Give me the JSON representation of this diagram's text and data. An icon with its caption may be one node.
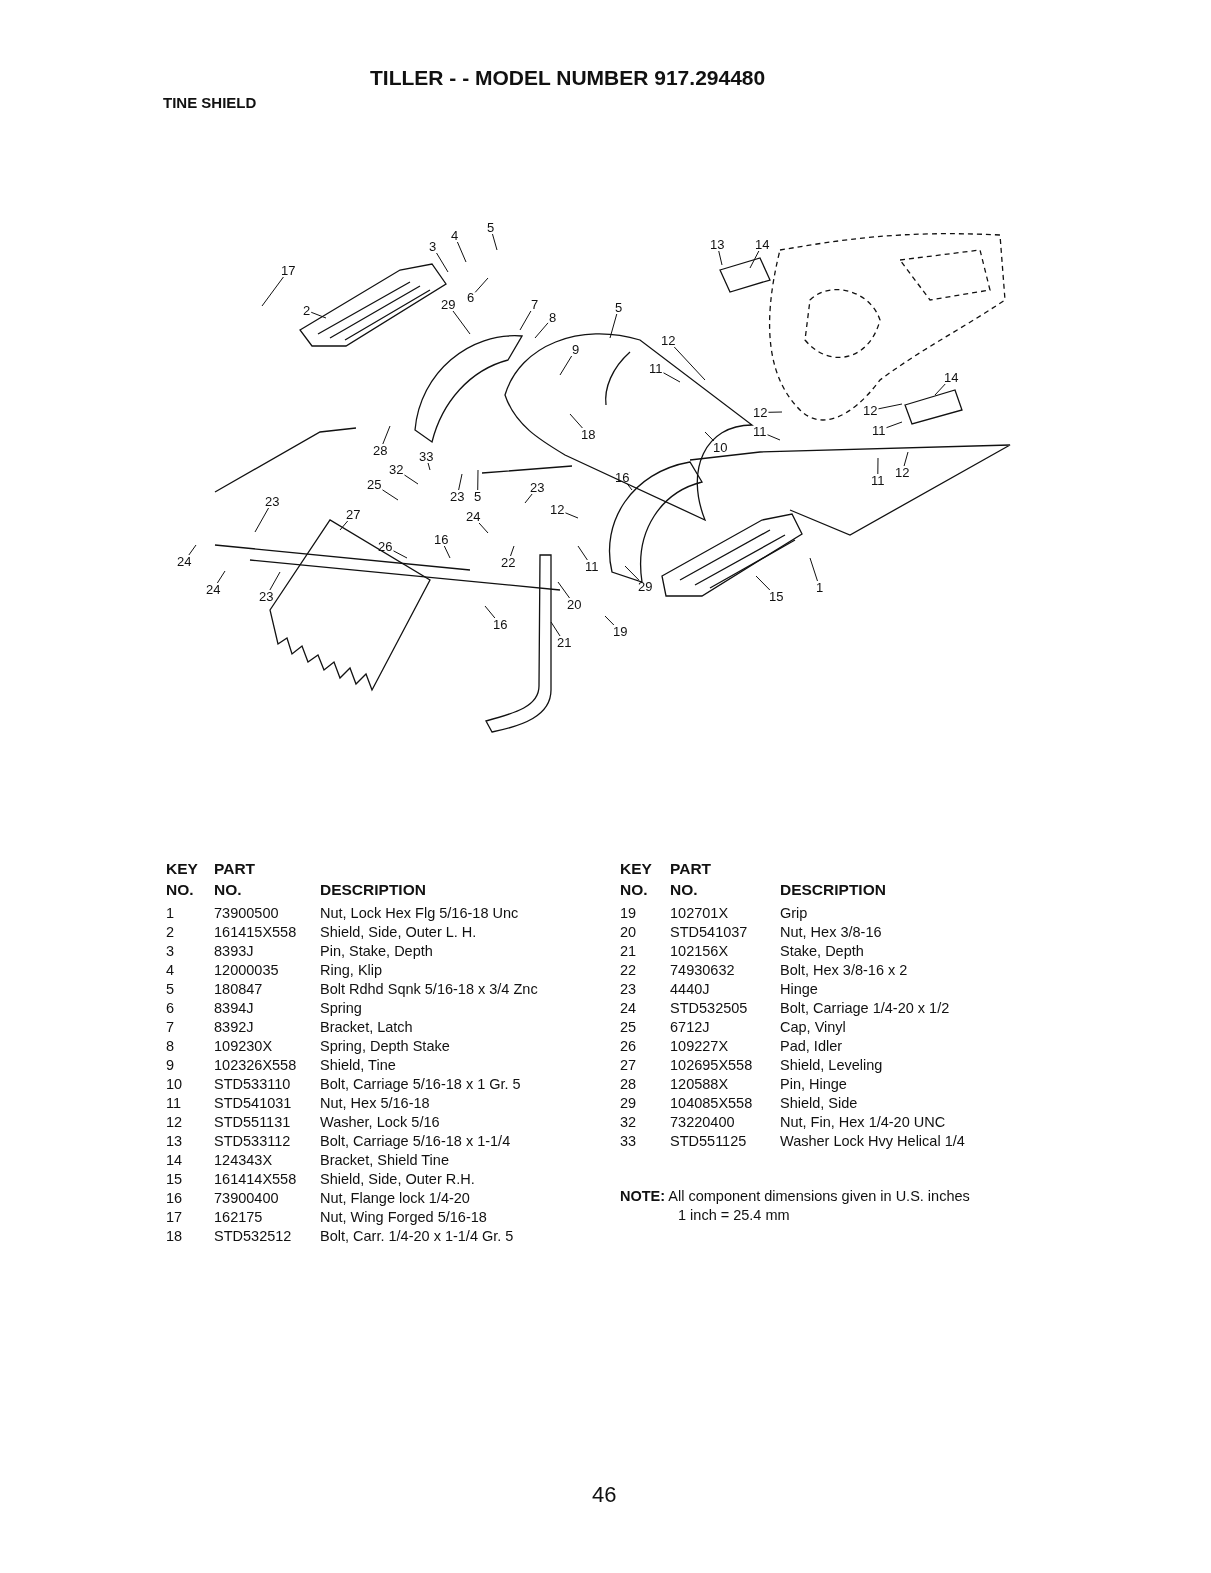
{
  "diagram": {
    "title": "TILLER - - MODEL NUMBER 917.294480",
    "nodes": [
      {
        "text": [
          "17"
        ]
      },
      {
        "text": [
          "2"
        ]
      },
      {
        "text": [
          "3"
        ]
      },
      {
        "text": [
          "4"
        ]
      },
      {
        "text": [
          "5"
        ]
      },
      {
        "text": [
          "29"
        ]
      },
      {
        "text": [
          "6"
        ]
      },
      {
        "text": [
          "7"
        ]
      },
      {
        "text": [
          "8"
        ]
      },
      {
        "text": [
          "5"
        ]
      },
      {
        "text": [
          "9"
        ]
      },
      {
        "text": [
          "12"
        ]
      },
      {
        "text": [
          "11"
        ]
      },
      {
        "text": [
          "13"
        ]
      },
      {
        "text": [
          "14"
        ]
      },
      {
        "text": [
          "14"
        ]
      },
      {
        "text": [
          "18"
        ]
      },
      {
        "text": [
          "28"
        ]
      },
      {
        "text": [
          "25"
        ]
      },
      {
        "text": [
          "32"
        ]
      },
      {
        "text": [
          "33"
        ]
      },
      {
        "text": [
          "23"
        ]
      },
      {
        "text": [
          "27"
        ]
      },
      {
        "text": [
          "23"
        ]
      },
      {
        "text": [
          "5"
        ]
      },
      {
        "text": [
          "23"
        ]
      },
      {
        "text": [
          "24"
        ]
      },
      {
        "text": [
          "12"
        ]
      },
      {
        "text": [
          "16"
        ]
      },
      {
        "text": [
          "10"
        ]
      },
      {
        "text": [
          "12"
        ]
      },
      {
        "text": [
          "11"
        ]
      },
      {
        "text": [
          "12"
        ]
      },
      {
        "text": [
          "11"
        ]
      },
      {
        "text": [
          "11"
        ]
      },
      {
        "text": [
          "12"
        ]
      },
      {
        "text": [
          "24"
        ]
      },
      {
        "text": [
          "24"
        ]
      },
      {
        "text": [
          "23"
        ]
      },
      {
        "text": [
          "26"
        ]
      },
      {
        "text": [
          "16"
        ]
      },
      {
        "text": [
          "22"
        ]
      },
      {
        "text": [
          "11"
        ]
      },
      {
        "text": [
          "20"
        ]
      },
      {
        "text": [
          "16"
        ]
      },
      {
        "text": [
          "21"
        ]
      },
      {
        "text": [
          "19"
        ]
      },
      {
        "text": [
          "29"
        ]
      },
      {
        "text": [
          "15"
        ]
      },
      {
        "text": [
          "1"
        ]
      }
    ],
    "edges": [
      {
        "from": 0,
        "to": null,
        "arrow": "none"
      },
      {
        "from": 1,
        "to": null,
        "arrow": "none"
      },
      {
        "from": 2,
        "to": null,
        "arrow": "none"
      },
      {
        "from": 3,
        "to": null,
        "arrow": "none"
      },
      {
        "from": 4,
        "to": null,
        "arrow": "none"
      },
      {
        "from": 5,
        "to": null,
        "arrow": "none"
      },
      {
        "from": 6,
        "to": null,
        "arrow": "none"
      },
      {
        "from": 7,
        "to": null,
        "arrow": "none"
      },
      {
        "from": 8,
        "to": null,
        "arrow": "none"
      },
      {
        "from": 9,
        "to": null,
        "arrow": "none"
      },
      {
        "from": 10,
        "to": null,
        "arrow": "none"
      },
      {
        "from": 11,
        "to": null,
        "arrow": "none"
      },
      {
        "from": 12,
        "to": null,
        "arrow": "none"
      },
      {
        "from": 13,
        "to": null,
        "arrow": "none"
      },
      {
        "from": 14,
        "to": null,
        "arrow": "none"
      },
      {
        "from": 15,
        "to": null,
        "arrow": "none"
      },
      {
        "from": 16,
        "to": null,
        "arrow": "none"
      },
      {
        "from": 17,
        "to": null,
        "arrow": "none"
      },
      {
        "from": 18,
        "to": null,
        "arrow": "none"
      },
      {
        "from": 19,
        "to": null,
        "arrow": "none"
      },
      {
        "from": 20,
        "to": null,
        "arrow": "none"
      },
      {
        "from": 21,
        "to": null,
        "arrow": "none"
      },
      {
        "from": 22,
        "to": null,
        "arrow": "none"
      },
      {
        "from": 23,
        "to": null,
        "arrow": "none"
      },
      {
        "from": 24,
        "to": null,
        "arrow": "none"
      },
      {
        "from": 25,
        "to": null,
        "arrow": "none"
      },
      {
        "from": 26,
        "to": null,
        "arrow": "none"
      },
      {
        "from": 27,
        "to": null,
        "arrow": "none"
      },
      {
        "from": 28,
        "to": null,
        "arrow": "none"
      },
      {
        "from": 29,
        "to": null,
        "arrow": "none"
      },
      {
        "from": 30,
        "to": null,
        "arrow": "none"
      },
      {
        "from": 31,
        "to": null,
        "arrow": "none"
      },
      {
        "from": 32,
        "to": null,
        "arrow": "none"
      },
      {
        "from": 33,
        "to": null,
        "arrow": "none"
      },
      {
        "from": 34,
        "to": null,
        "arrow": "none"
      },
      {
        "from": 35,
        "to": null,
        "arrow": "none"
      },
      {
        "from": 36,
        "to": null,
        "arrow": "none"
      },
      {
        "from": 37,
        "to": null,
        "arrow": "none"
      },
      {
        "from": 38,
        "to": null,
        "arrow": "none"
      },
      {
        "from": 39,
        "to": null,
        "arrow": "none"
      },
      {
        "from": 40,
        "to": null,
        "arrow": "none"
      },
      {
        "from": 41,
        "to": null,
        "arrow": "none"
      },
      {
        "from": 42,
        "to": null,
        "arrow": "none"
      },
      {
        "from": 43,
        "to": null,
        "arrow": "none"
      },
      {
        "from": 44,
        "to": null,
        "arrow": "none"
      },
      {
        "from": 45,
        "to": null,
        "arrow": "none"
      },
      {
        "from": 46,
        "to": null,
        "arrow": "none"
      },
      {
        "from": 47,
        "to": null,
        "arrow": "none"
      },
      {
        "from": 48,
        "to": null,
        "arrow": "none"
      },
      {
        "from": 49,
        "to": null,
        "arrow": "none"
      }
    ],
    "labels": [
      "TINE SHIELD",
      "KEY NO.",
      "PART NO.",
      "DESCRIPTION",
      "1",
      "73900500",
      "Nut, Lock Hex Flg 5/16-18 Unc",
      "2",
      "161415X558",
      "Shield, Side, Outer L. H.",
      "3",
      "8393J",
      "Pin, Stake, Depth",
      "4",
      "12000035",
      "Ring, Klip",
      "5",
      "180847",
      "Bolt Rdhd Sqnk 5/16-18 x 3/4 Znc",
      "6",
      "8394J",
      "Spring",
      "7",
      "8392J",
      "Bracket, Latch",
      "8",
      "109230X",
      "Spring, Depth Stake",
      "9",
      "102326X558",
      "Shield, Tine",
      "10",
      "STD533110",
      "Bolt, Carriage 5/16-18 x 1 Gr. 5",
      "11",
      "STD541031",
      "Nut, Hex 5/16-18",
      "12",
      "STD551131",
      "Washer, Lock 5/16",
      "13",
      "STD533112",
      "Bolt, Carriage 5/16-18 x 1-1/4",
      "14",
      "124343X",
      "Bracket, Shield Tine",
      "15",
      "161414X558",
      "Shield, Side, Outer R.H.",
      "16",
      "73900400",
      "Nut, Flange lock 1/4-20",
      "17",
      "162175",
      "Nut, Wing Forged 5/16-18",
      "18",
      "STD532512",
      "Bolt, Carr. 1/4-20 x 1-1/4 Gr. 5",
      "KEY NO.",
      "PART NO.",
      "DESCRIPTION",
      "19",
      "102701X",
      "Grip",
      "20",
      "STD541037",
      "Nut, Hex 3/8-16",
      "21",
      "102156X",
      "Stake, Depth",
      "22",
      "74930632",
      "Bolt, Hex 3/8-16 x 2",
      "23",
      "4440J",
      "Hinge",
      "24",
      "STD532505",
      "Bolt, Carriage 1/4-20 x 1/2",
      "25",
      "6712J",
      "Cap, Vinyl",
      "26",
      "109227X",
      "Pad, Idler",
      "27",
      "102695X558",
      "Shield, Leveling",
      "28",
      "120588X",
      "Pin, Hinge",
      "29",
      "104085X558",
      "Shield, Side",
      "32",
      "73220400",
      "Nut, Fin, Hex 1/4-20 UNC",
      "33",
      "STD551125",
      "Washer Lock Hvy Helical 1/4",
      "**NOTE:** All component dimensions given in U.S. inches",
      "1 inch = 25.4 mm",
      "46"
    ]
  }
}
